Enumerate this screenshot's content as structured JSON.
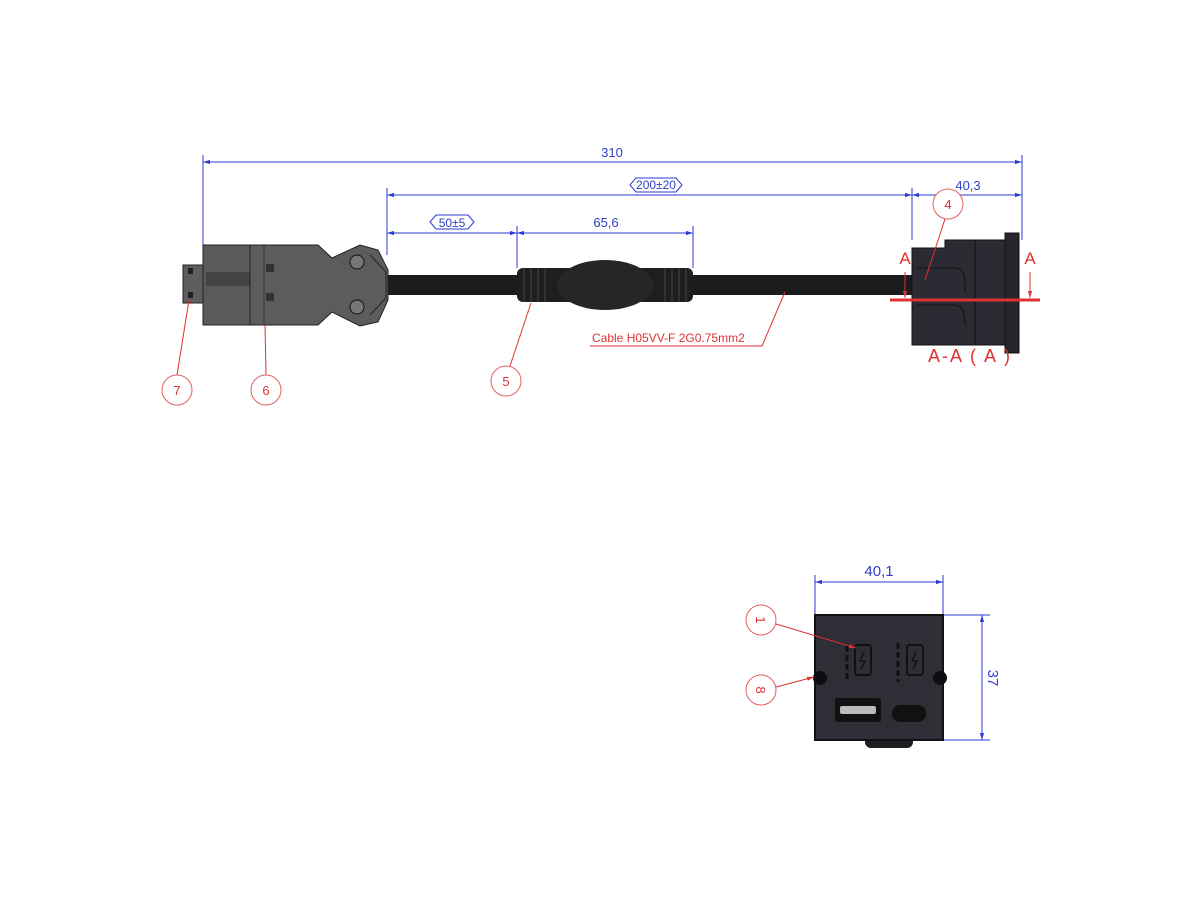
{
  "dimensions": {
    "overall_length": "310",
    "cable_length": "200±20",
    "housing_length": "40,3",
    "plug_to_ferrule": "50±5",
    "ferrule_length": "65,6",
    "front_width": "40,1",
    "front_height": "37"
  },
  "labels": {
    "cable_spec": "Cable H05VV-F 2G0.75mm2",
    "section_marker_left": "A",
    "section_marker_right": "A",
    "section_title": "A-A ( A )"
  },
  "balloons": [
    "7",
    "6",
    "5",
    "4",
    "1",
    "8"
  ],
  "colors": {
    "dimension": "#2b3bd6",
    "annotation": "#e03030",
    "connector_body": "#5a5a5c",
    "cable": "#1c1c1e",
    "housing": "#2e2e36"
  }
}
